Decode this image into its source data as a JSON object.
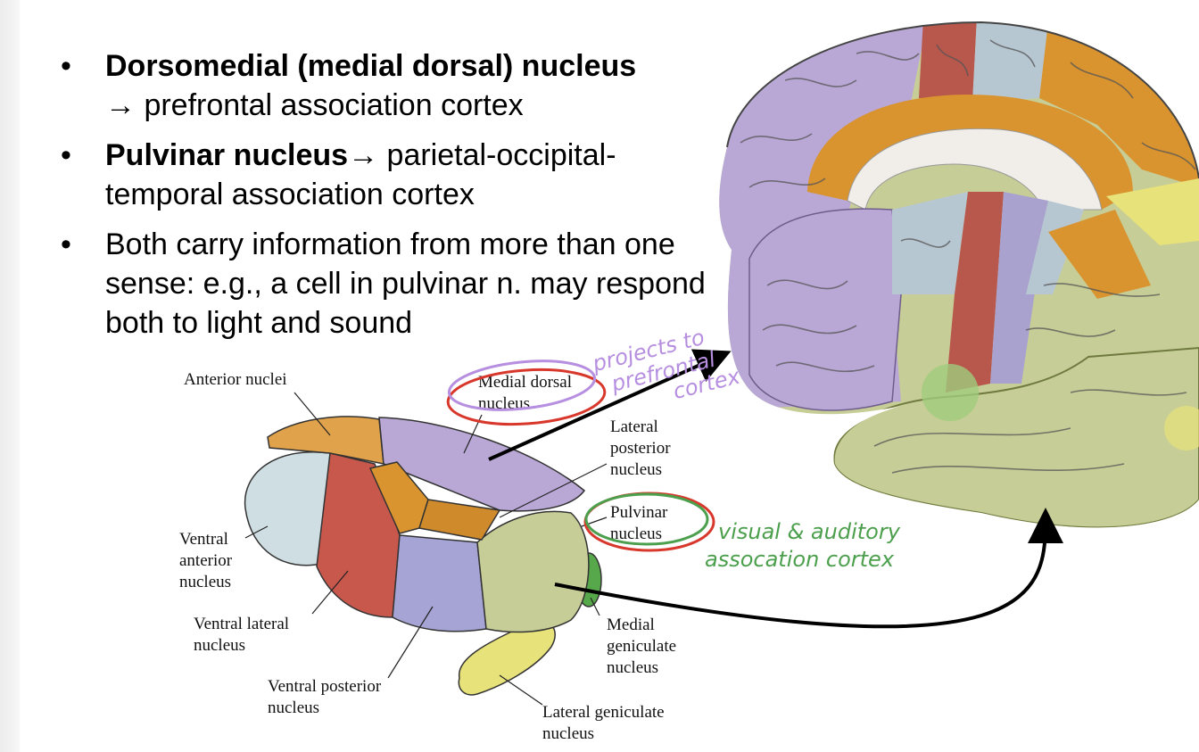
{
  "bullets": [
    {
      "bold": "Dorsomedial (medial dorsal) nucleus",
      "rest_line1": "",
      "arrow": "→",
      "rest": " prefrontal association cortex"
    },
    {
      "bold": "Pulvinar nucleus",
      "arrow": "→",
      "rest": " parietal-occipital-temporal association cortex"
    },
    {
      "bold": "",
      "arrow": "",
      "rest": "Both carry information from more than one sense: e.g., a cell in pulvinar n. may respond both to light and sound"
    }
  ],
  "labels": {
    "anterior_nuclei": "Anterior nuclei",
    "medial_dorsal_1": "Medial dorsal",
    "medial_dorsal_2": "nucleus",
    "lateral_posterior_1": "Lateral",
    "lateral_posterior_2": "posterior",
    "lateral_posterior_3": "nucleus",
    "pulvinar_1": "Pulvinar",
    "pulvinar_2": "nucleus",
    "ventral_anterior_1": "Ventral",
    "ventral_anterior_2": "anterior",
    "ventral_anterior_3": "nucleus",
    "ventral_lateral_1": "Ventral lateral",
    "ventral_lateral_2": "nucleus",
    "ventral_posterior_1": "Ventral posterior",
    "ventral_posterior_2": "nucleus",
    "medial_geniculate_1": "Medial",
    "medial_geniculate_2": "geniculate",
    "medial_geniculate_3": "nucleus",
    "lateral_geniculate_1": "Lateral geniculate",
    "lateral_geniculate_2": "nucleus"
  },
  "annotations": {
    "projects_1": "projects to",
    "projects_2": "prefrontal",
    "projects_3": "cortex",
    "visual_1": "visual & auditory",
    "visual_2": "assocation cortex"
  },
  "colors": {
    "purple": "#b9a8d6",
    "orange": "#d9942f",
    "blue_gray": "#b7c7d2",
    "red": "#b8574c",
    "olive": "#c7cd96",
    "yellow": "#e7e27a",
    "ink_red": "#d8382c",
    "ink_green": "#4c9f4c",
    "ink_purple": "#b78fe0"
  }
}
